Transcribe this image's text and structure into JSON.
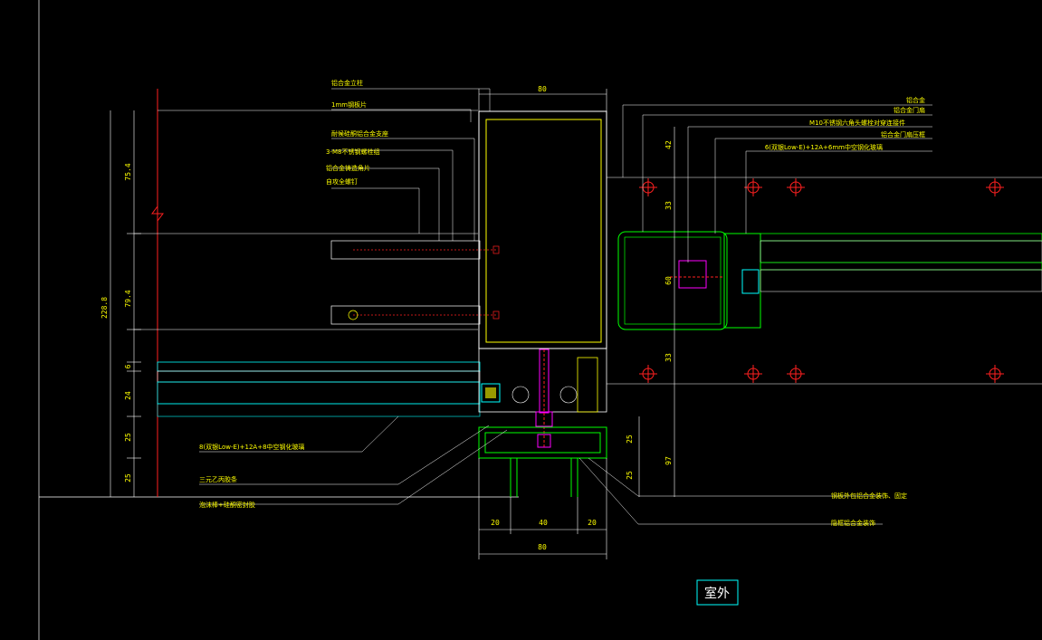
{
  "colors": {
    "background": "#000000",
    "yellow": "#ffff00",
    "white": "#ffffff",
    "green": "#00ff00",
    "cyan": "#00ffff",
    "red": "#ff2020",
    "magenta": "#ff00ff",
    "gray": "#9a9a9a"
  },
  "dimensions": {
    "top_width": "80",
    "bottom_width": "80",
    "bottom_left": "20",
    "bottom_mid": "40",
    "bottom_right": "20",
    "left_75": "75.4",
    "left_79": "79.4",
    "left_6": "6",
    "left_24": "24",
    "left_25a": "25",
    "left_25b": "25",
    "left_total": "228.8",
    "mid_42": "42",
    "mid_33a": "33",
    "mid_60": "60",
    "mid_33b": "33",
    "mid_97": "97",
    "mid_25a": "25",
    "mid_25b": "25"
  },
  "labels": {
    "left": [
      "铝合金立柱",
      "1mm钢板片",
      "耐候硅酮铝合金支座",
      "3-M8不锈钢螺栓组",
      "铝合金铸造角片",
      "自攻全螺钉"
    ],
    "left_bottom": [
      "8(双银Low-E)+12A+8中空钢化玻璃",
      "三元乙丙胶条",
      "泡沫棒+硅酮密封胶"
    ],
    "right": [
      "铝合金",
      "铝合金门扇",
      "M10不锈钢六角头螺栓对穿连接件",
      "铝合金门扇压框",
      "6(双银Low-E)+12A+6mm中空钢化玻璃"
    ],
    "right_bottom": [
      "钢板外包铝合金装饰、固定",
      "隐框铝合金装饰"
    ]
  },
  "outside_tag": "室外"
}
